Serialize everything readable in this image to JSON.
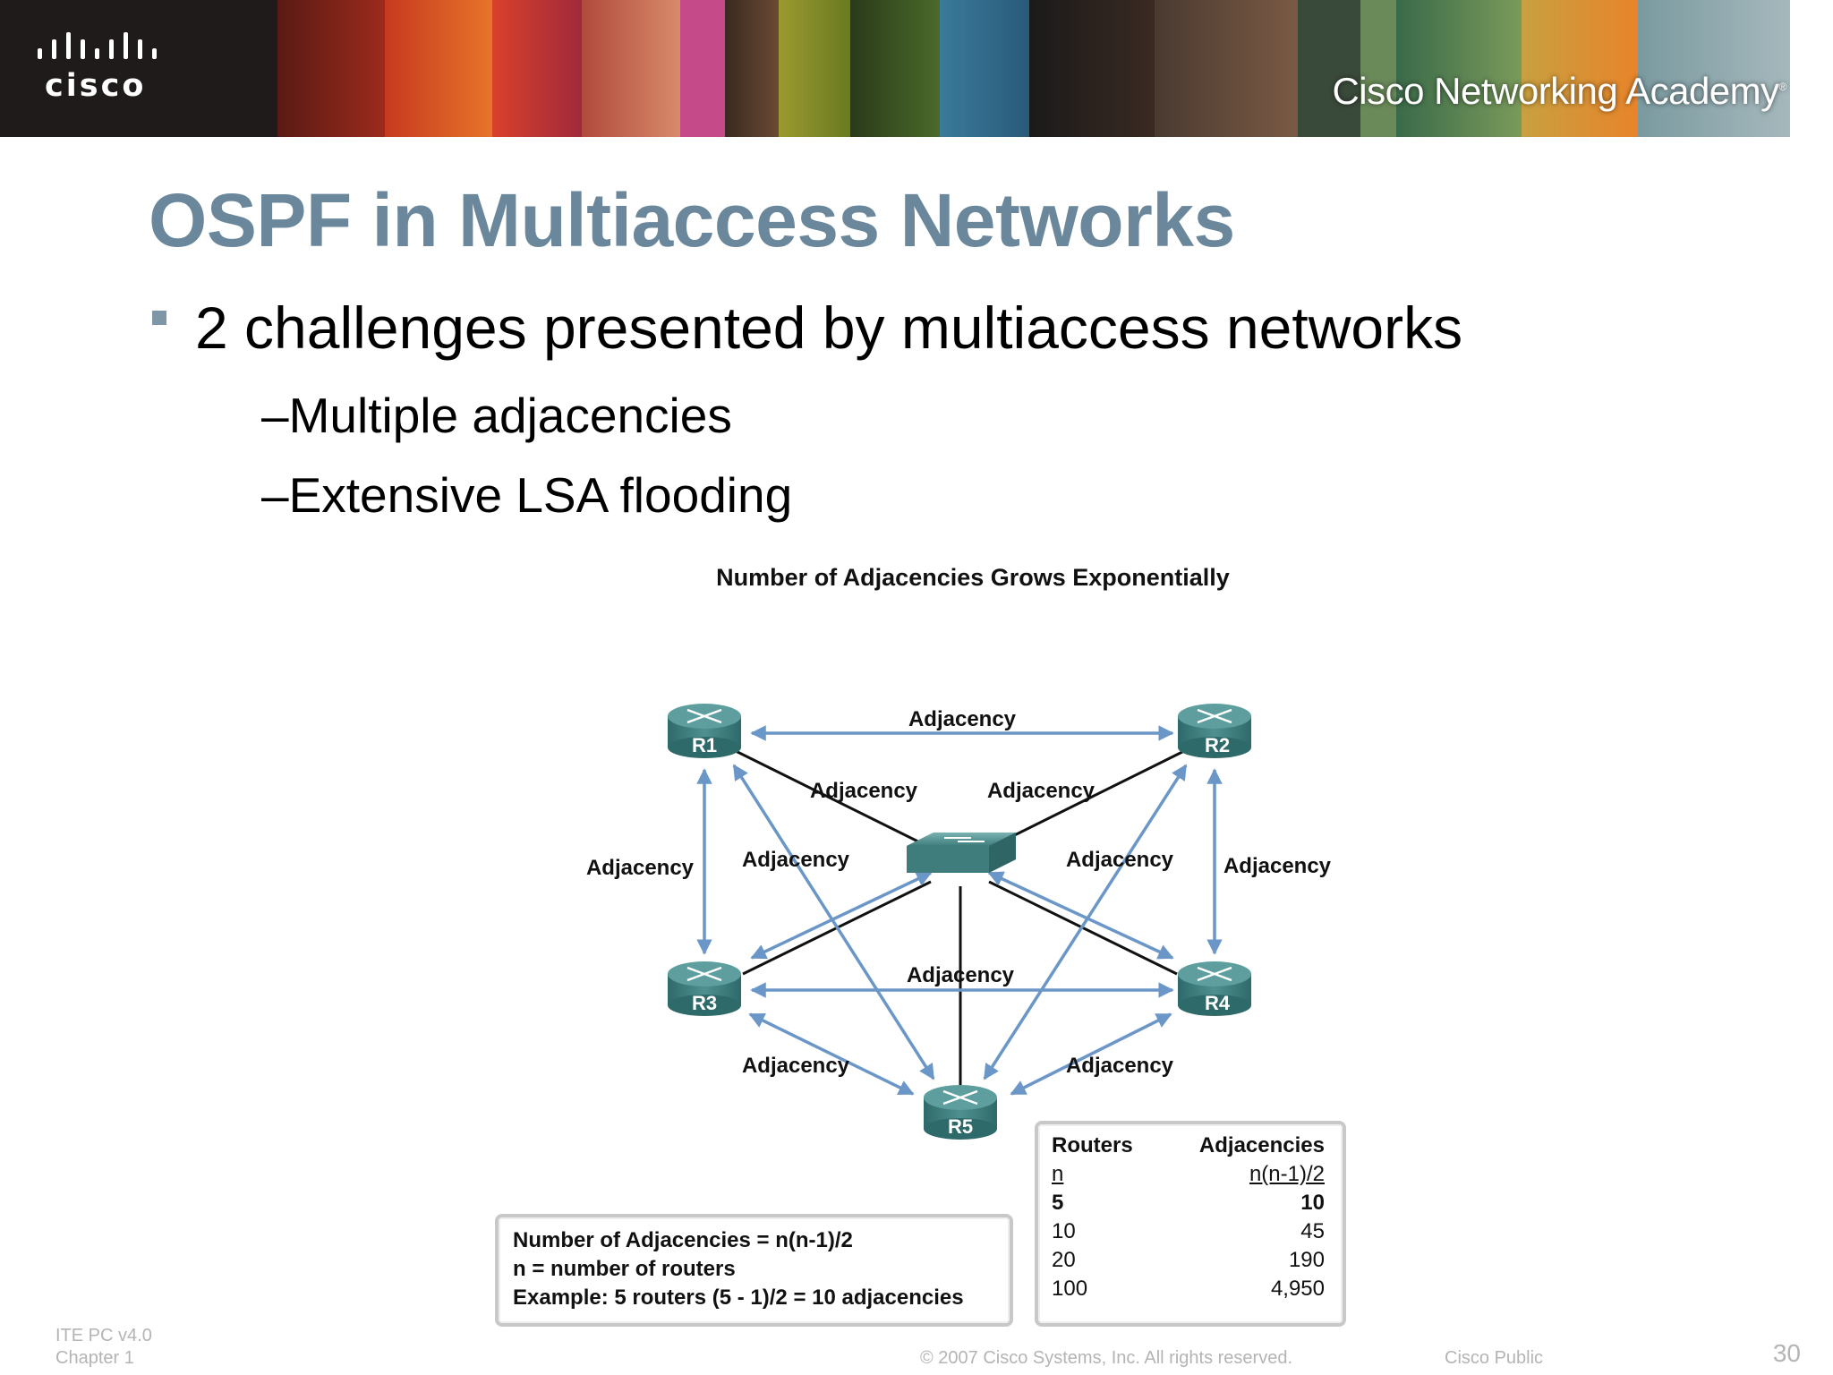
{
  "banner": {
    "logo_text": "cisco",
    "academy_text": "Cisco Networking Academy",
    "academy_mark": "®"
  },
  "slide": {
    "title": "OSPF in Multiaccess Networks",
    "bullet": "2 challenges presented by multiaccess networks",
    "subbullets": [
      "–Multiple adjacencies",
      "–Extensive LSA flooding"
    ]
  },
  "diagram": {
    "title": "Number of Adjacencies Grows Exponentially",
    "link_label": "Adjacency",
    "routers": [
      "R1",
      "R2",
      "R3",
      "R4",
      "R5"
    ]
  },
  "formula": {
    "line1": "Number of Adjacencies = n(n-1)/2",
    "line2": "n = number of routers",
    "line3": "Example: 5 routers (5 - 1)/2 = 10 adjacencies"
  },
  "table": {
    "headers": [
      "Routers",
      "Adjacencies"
    ],
    "formula_row": [
      "n",
      "n(n-1)/2"
    ],
    "rows": [
      [
        "5",
        "10"
      ],
      [
        "10",
        "45"
      ],
      [
        "20",
        "190"
      ],
      [
        "100",
        "4,950"
      ]
    ]
  },
  "footer": {
    "course": "ITE PC v4.0",
    "chapter": "Chapter 1",
    "copyright": "© 2007 Cisco Systems, Inc. All rights reserved.",
    "classification": "Cisco Public",
    "page": "30"
  },
  "colors": {
    "title": "#6a879c",
    "arrow": "#6b96c8",
    "router": "#3f7d7d"
  }
}
